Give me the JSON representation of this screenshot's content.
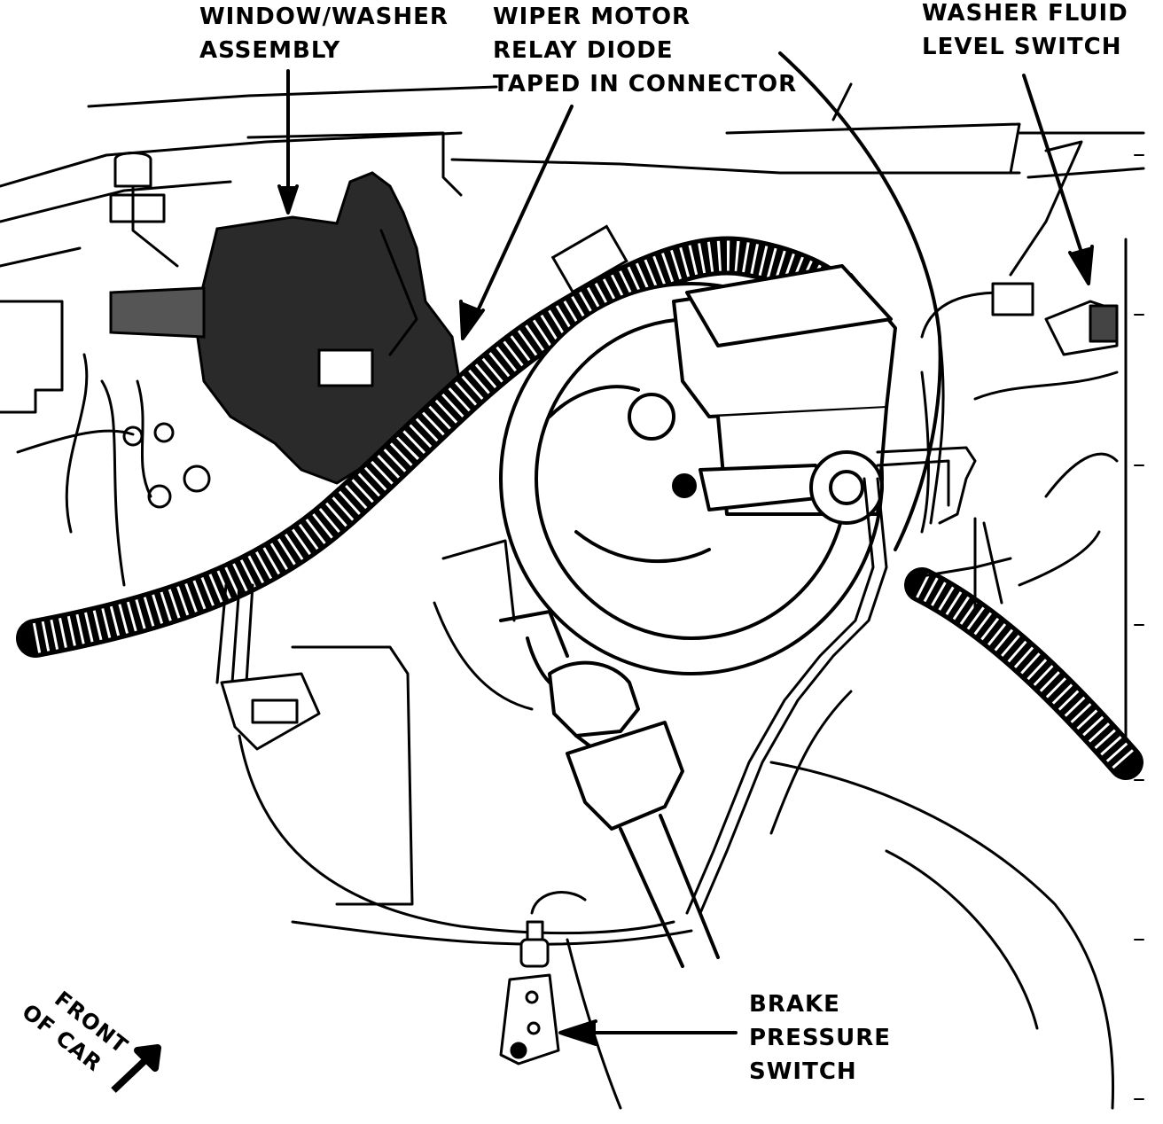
{
  "labels": {
    "window_washer": [
      "WINDOW/WASHER",
      "ASSEMBLY"
    ],
    "wiper_relay": [
      "WIPER MOTOR",
      "RELAY DIODE",
      "TAPED IN CONNECTOR"
    ],
    "washer_fluid": [
      "WASHER FLUID",
      "LEVEL SWITCH"
    ],
    "brake_switch": [
      "BRAKE",
      "PRESSURE",
      "SWITCH"
    ],
    "front_of_car": [
      "FRONT",
      "OF CAR"
    ]
  },
  "colors": {
    "ink": "#000000",
    "paper": "#ffffff",
    "shade": "#2a2a2a"
  }
}
